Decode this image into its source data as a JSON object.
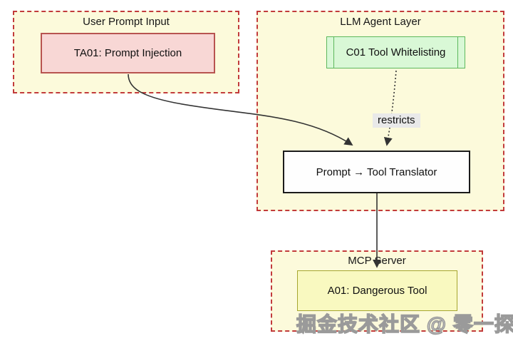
{
  "diagram": {
    "groups": [
      {
        "title": "User Prompt Input"
      },
      {
        "title": "LLM Agent Layer"
      },
      {
        "title": "MCP Server"
      }
    ],
    "nodes": [
      {
        "label": "TA01: Prompt Injection",
        "type": "threat"
      },
      {
        "label": "C01 Tool Whitelisting",
        "type": "control-subroutine"
      },
      {
        "label": "Prompt → Tool Translator",
        "type": "process"
      },
      {
        "label": "A01: Dangerous Tool",
        "type": "asset"
      }
    ],
    "edges": [
      {
        "from": "TA01: Prompt Injection",
        "to": "Prompt → Tool Translator",
        "style": "solid-curved",
        "label": ""
      },
      {
        "from": "C01 Tool Whitelisting",
        "to": "Prompt → Tool Translator",
        "style": "dotted",
        "label": "restricts"
      },
      {
        "from": "Prompt → Tool Translator",
        "to": "A01: Dangerous Tool",
        "style": "solid",
        "label": ""
      }
    ],
    "watermark": "掘金技术社区 @ 零一探秘",
    "colors": {
      "group_fill": "#fcfadb",
      "group_border": "#c23b3b",
      "threat_fill": "#f8d7d5",
      "threat_border": "#b85450",
      "control_fill": "#d9f8d6",
      "control_border": "#5db85d",
      "process_fill": "#fefefe",
      "process_border": "#1b1b1b",
      "asset_fill": "#f9f9c0",
      "asset_border": "#a6a62e",
      "edge_stroke": "#333333",
      "edge_label_bg": "#e9e9e9",
      "watermark_gray": "#9a9a9a"
    }
  }
}
